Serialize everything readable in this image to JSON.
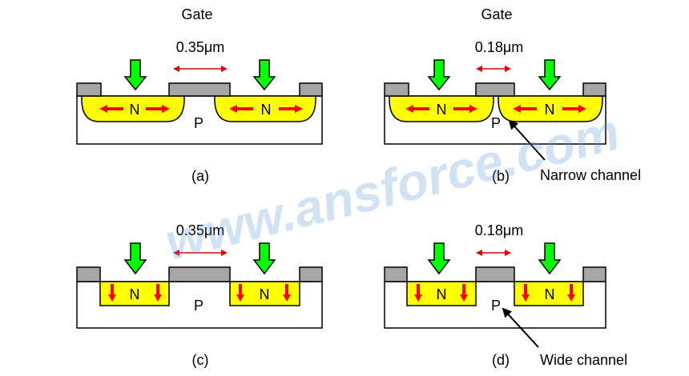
{
  "watermark": "www.ansforce.com",
  "colors": {
    "gate_gray": "#a6a6a6",
    "doped_yellow": "#ffff00",
    "lateral_arrow_red": "#ff0000",
    "implant_arrow_green": "#00ff00",
    "spacing_arrow_red": "#e00000"
  },
  "panels": [
    {
      "id": "a",
      "gate_label": "Gate",
      "spacing": "0.35μm",
      "regions": [
        "N",
        "N"
      ],
      "substrate": "P",
      "caption": "(a)",
      "annotation": "",
      "diffusion": "rounded-lateral"
    },
    {
      "id": "b",
      "gate_label": "Gate",
      "spacing": "0.18μm",
      "regions": [
        "N",
        "N"
      ],
      "substrate": "P",
      "caption": "(b)",
      "annotation": "Narrow channel",
      "diffusion": "rounded-lateral"
    },
    {
      "id": "c",
      "gate_label": "",
      "spacing": "0.35μm",
      "regions": [
        "N",
        "N"
      ],
      "substrate": "P",
      "caption": "(c)",
      "annotation": "",
      "diffusion": "rectangular-vertical"
    },
    {
      "id": "d",
      "gate_label": "",
      "spacing": "0.18μm",
      "regions": [
        "N",
        "N"
      ],
      "substrate": "P",
      "caption": "(d)",
      "annotation": "Wide channel",
      "diffusion": "rectangular-vertical"
    }
  ]
}
